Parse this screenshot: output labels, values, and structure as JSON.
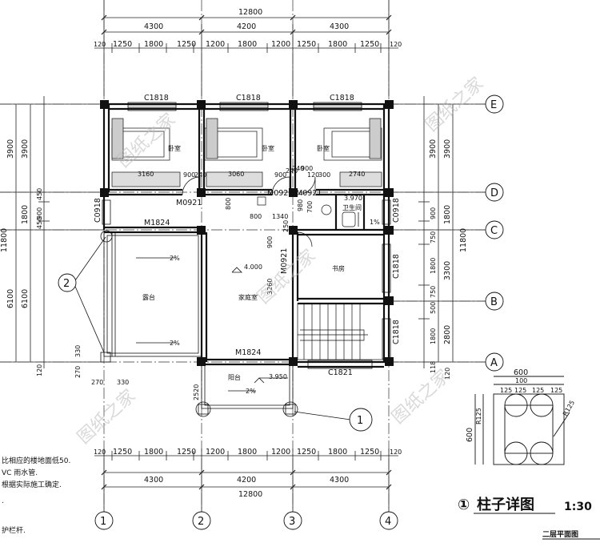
{
  "dims": {
    "total_top": "12800",
    "bays": [
      "4300",
      "4200",
      "4300"
    ],
    "sub": [
      "120",
      "1250",
      "1800",
      "1250",
      "1200",
      "1800",
      "1200",
      "1250",
      "1800",
      "1250",
      "120"
    ],
    "total_bottom": "12800",
    "left": [
      "3900",
      "1800",
      "6100",
      "11800",
      "450",
      "900",
      "450",
      "120"
    ],
    "right_outer": "11800",
    "right_inner": [
      "3900",
      "1800",
      "3300",
      "2800",
      "900",
      "750",
      "1800",
      "750",
      "500",
      "1800",
      "118",
      "120"
    ],
    "detail": [
      "600",
      "100",
      "125",
      "125",
      "125",
      "125",
      "R125"
    ],
    "misc": [
      "3160",
      "3060",
      "2740",
      "900",
      "240",
      "900",
      "240",
      "900",
      "240",
      "120",
      "300",
      "800",
      "1340",
      "800",
      "980",
      "700",
      "3.970",
      "4.000",
      "3.950",
      "250",
      "900",
      "3260",
      "330",
      "270",
      "330",
      "270",
      "2520"
    ]
  },
  "axes": {
    "horizontal": [
      "E",
      "D",
      "C",
      "B",
      "A"
    ],
    "vertical": [
      "1",
      "2",
      "3",
      "4"
    ],
    "callout": "2"
  },
  "openings": {
    "windows_top": [
      "C1818",
      "C1818",
      "C1818"
    ],
    "doors": [
      "M0921",
      "M0921",
      "M0921"
    ],
    "side_windows": [
      "C0918",
      "C0918",
      "C1818",
      "C1818"
    ],
    "m1824_top": "M1824",
    "m1824_bottom": "M1824",
    "m0921_vert": "M0921",
    "c1821": "C1821"
  },
  "rooms": {
    "bed1": "卧室",
    "bed2": "卧室",
    "bed3": "卧室",
    "bath": "卫生间",
    "balcony": "露台",
    "family": "家庭室",
    "study": "书房",
    "terrace": "阳台",
    "slope1": "2%",
    "slope2": "2%",
    "slope3": "2%",
    "slope4": "1%"
  },
  "notes": [
    "比相应的楼地面低50.",
    "VC 雨水管.",
    "根据实际施工确定.",
    ".",
    "护栏杆."
  ],
  "detail_title": "柱子详图",
  "detail_index": "1",
  "detail_scale": "1:30",
  "plan_title": "二层平面图",
  "watermark": "图纸之家"
}
